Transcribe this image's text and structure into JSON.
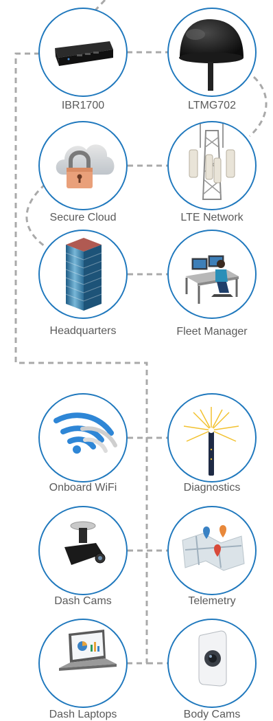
{
  "diagram": {
    "nodes": [
      {
        "id": "ibr1700",
        "label": "IBR1700",
        "icon": "router-icon"
      },
      {
        "id": "ltmg702",
        "label": "LTMG702",
        "icon": "antenna-icon"
      },
      {
        "id": "secure-cloud",
        "label": "Secure Cloud",
        "icon": "cloud-lock-icon"
      },
      {
        "id": "lte-network",
        "label": "LTE Network",
        "icon": "cell-tower-icon"
      },
      {
        "id": "headquarters",
        "label": "Headquarters",
        "icon": "building-icon"
      },
      {
        "id": "fleet-manager",
        "label": "Fleet Manager",
        "icon": "workstation-icon"
      },
      {
        "id": "onboard-wifi",
        "label": "Onboard WiFi",
        "icon": "wifi-icon"
      },
      {
        "id": "diagnostics",
        "label": "Diagnostics",
        "icon": "diagnostics-icon"
      },
      {
        "id": "dash-cams",
        "label": "Dash Cams",
        "icon": "dash-cam-icon"
      },
      {
        "id": "telemetry",
        "label": "Telemetry",
        "icon": "map-icon"
      },
      {
        "id": "dash-laptops",
        "label": "Dash Laptops",
        "icon": "laptop-icon"
      },
      {
        "id": "body-cams",
        "label": "Body Cams",
        "icon": "body-cam-icon"
      }
    ],
    "connections": [
      [
        "ibr1700",
        "ltmg702"
      ],
      [
        "ltmg702",
        "lte-network"
      ],
      [
        "lte-network",
        "secure-cloud"
      ],
      [
        "secure-cloud",
        "headquarters"
      ],
      [
        "headquarters",
        "fleet-manager"
      ],
      [
        "ibr1700",
        "onboard-wifi"
      ],
      [
        "onboard-wifi",
        "diagnostics"
      ],
      [
        "dash-cams",
        "telemetry"
      ],
      [
        "dash-laptops",
        "body-cams"
      ]
    ],
    "colors": {
      "circle_stroke": "#1f78bd",
      "connector": "#a9a9a9",
      "label_text": "#5a5a5a"
    }
  }
}
